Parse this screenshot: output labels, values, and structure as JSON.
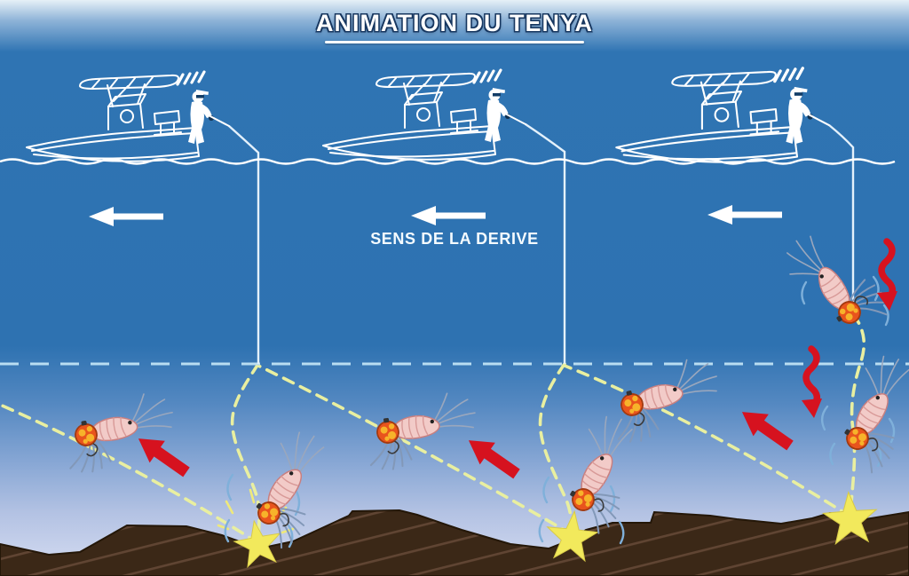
{
  "title": {
    "text": "ANIMATION DU TENYA"
  },
  "labels": {
    "drift_direction": "SENS DE LA DERIVE"
  },
  "colors": {
    "sea-blue": "#2e72b1",
    "sea-bottom-light": "#d0d8ef",
    "seafloor-brown": "#3b2817",
    "seafloor-hatch": "#604533",
    "seafloor-edge": "#241708",
    "line-color": "#e4f1fb",
    "depth-dash": "#b9ddf1",
    "path-dash": "#e9efa0",
    "arrow-red": "#d6121f",
    "arrow-white": "#ffffff",
    "star-yellow": "#f2e95c",
    "shrimp-pink": "#f2cbc8",
    "tenya-orange": "#e8541d",
    "tenya-spot": "#f7b32a"
  },
  "counts": {
    "boats": 3,
    "drift_arrows": 3,
    "tenya_lures": 7,
    "bottom_touch_stars": 3,
    "sink_arrows": 2,
    "lift_arrows": 3
  }
}
